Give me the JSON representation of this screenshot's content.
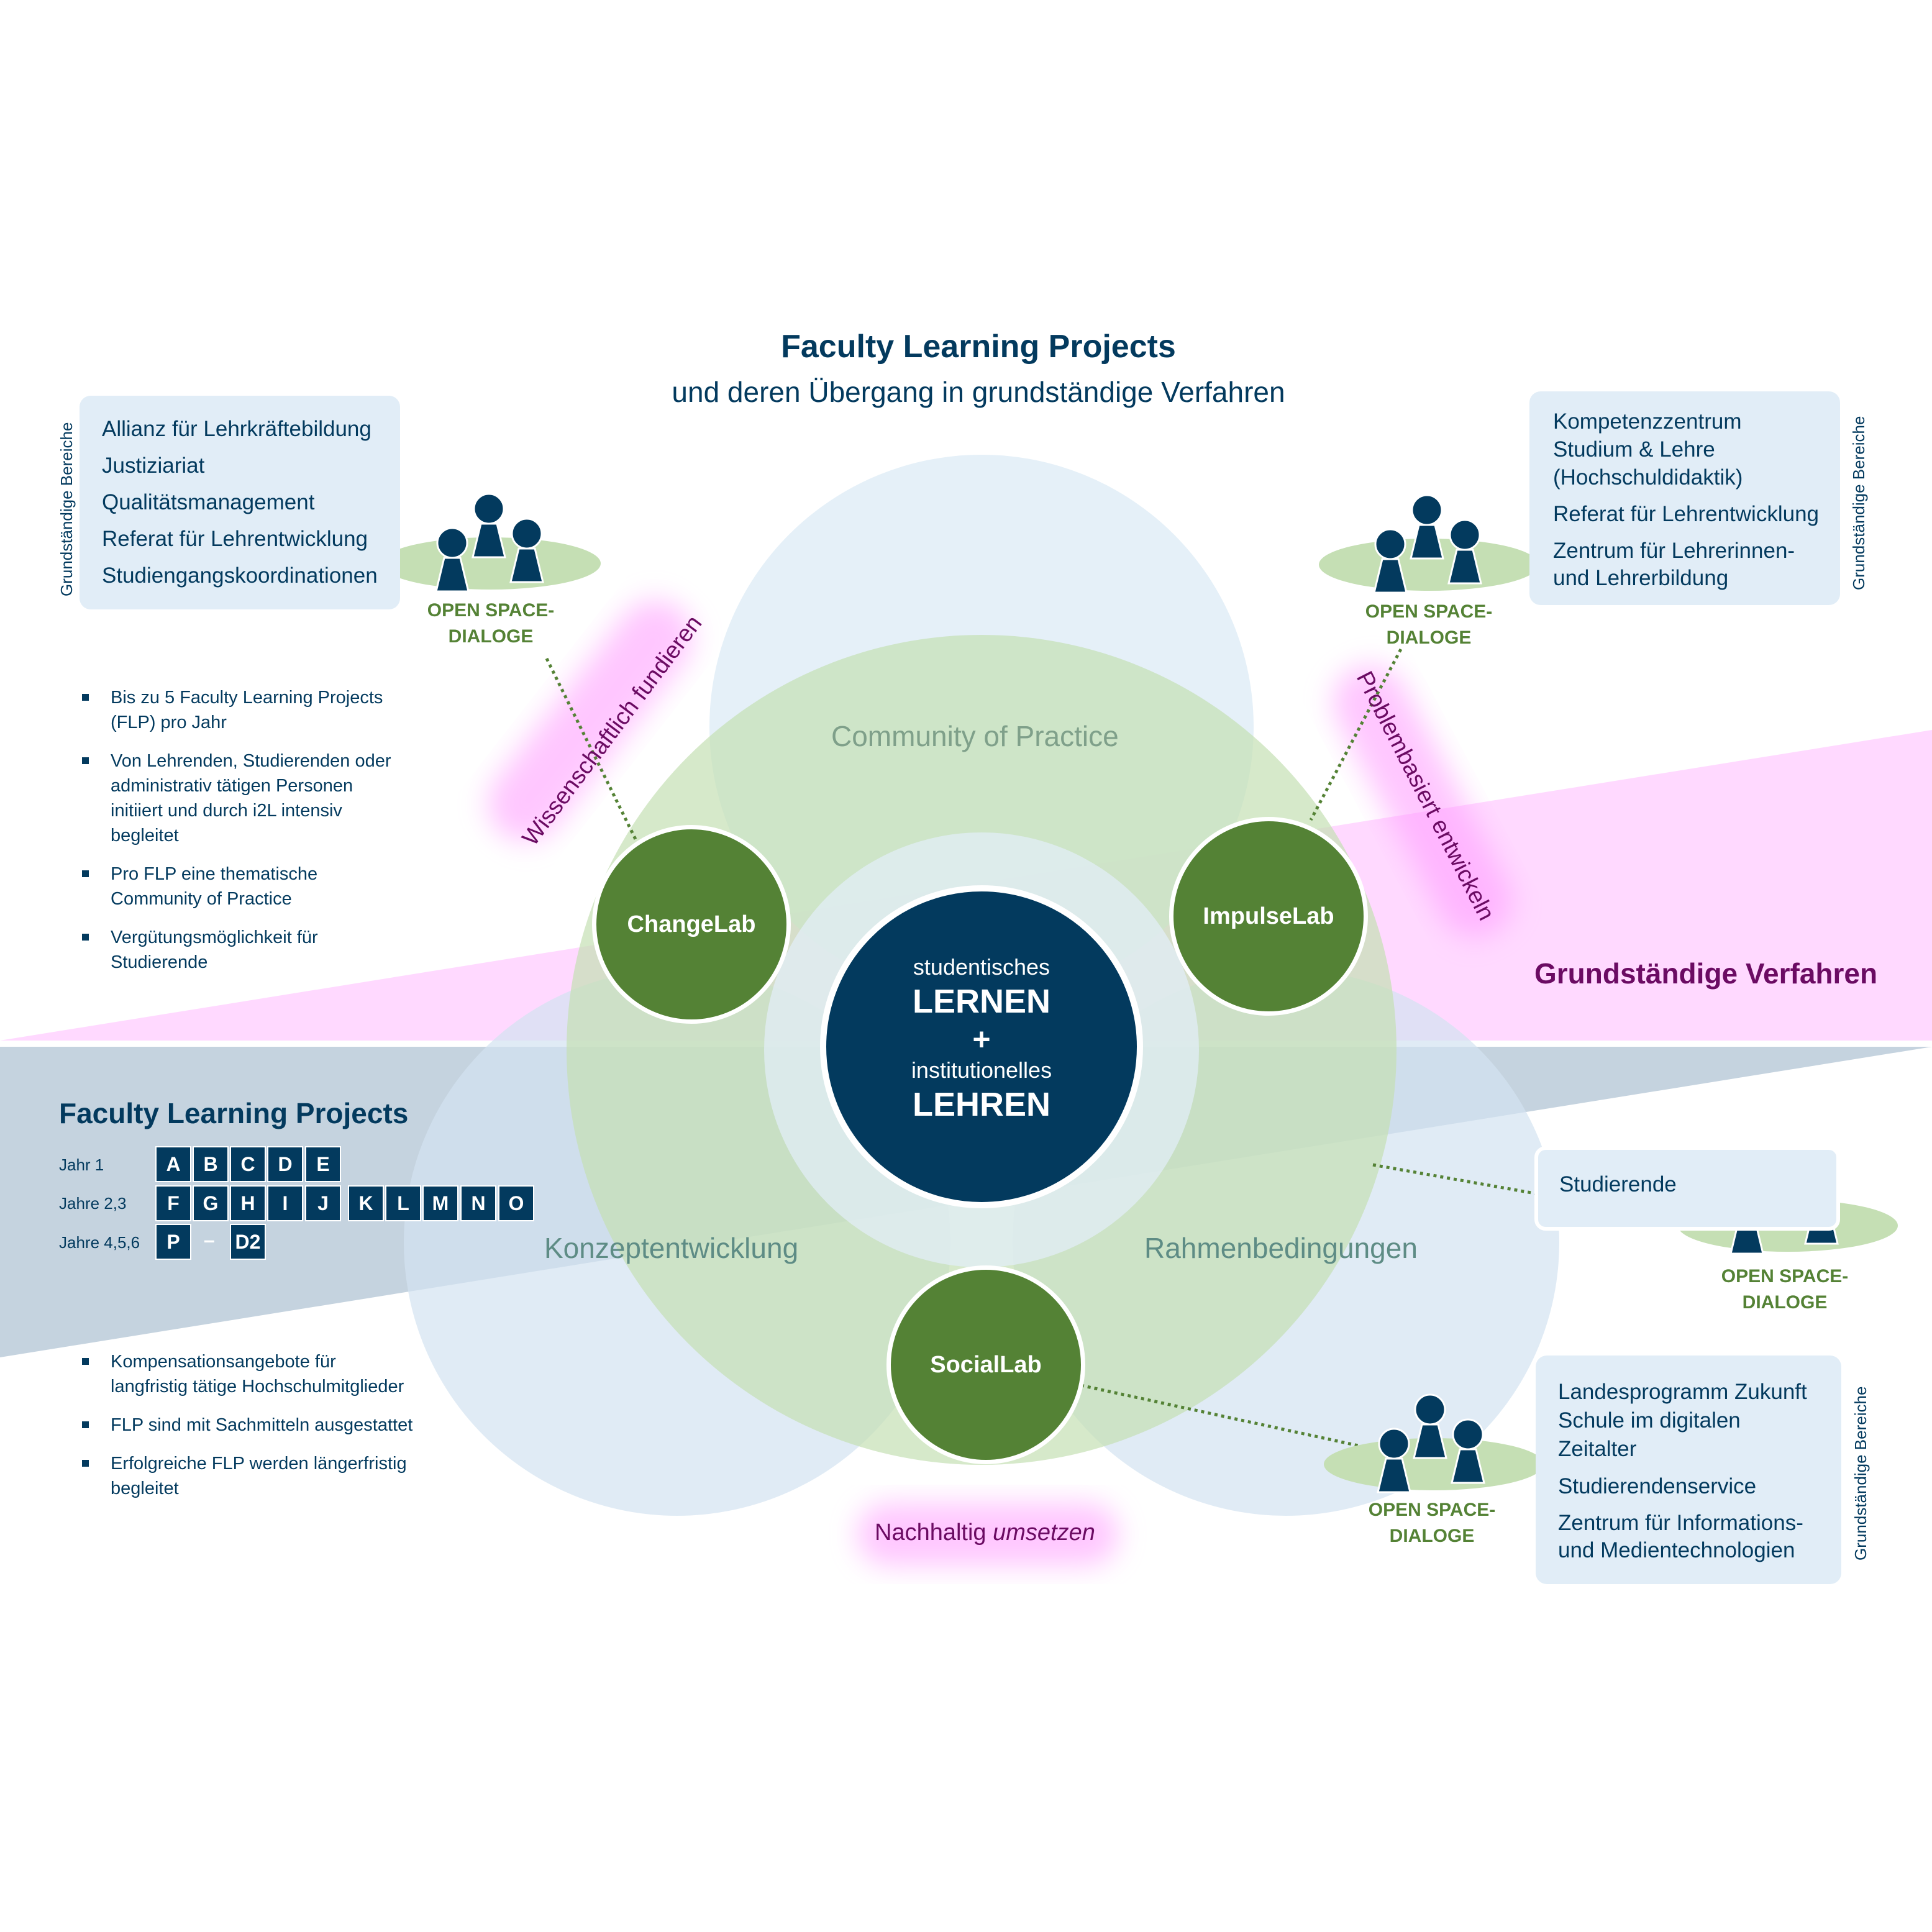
{
  "header": {
    "title": "Faculty Learning Projects",
    "subtitle": "und deren Übergang in grundständige Verfahren"
  },
  "colors": {
    "navy": "#033A5E",
    "green": "#548235",
    "light_green": "#C5DFB4",
    "light_blue": "#E1EDF7",
    "pink": "#FFD9FF",
    "purple": "#6B0B63",
    "gray_band": "#C5D3DF"
  },
  "side_label": "Grundständige Bereiche",
  "open_space_label": "OPEN SPACE-\nDIALOGE",
  "boxes": {
    "top_left": {
      "items": [
        "Allianz für Lehrkräftebildung",
        "Justiziariat",
        "Qualitätsmanagement",
        "Referat für Lehrentwicklung",
        "Studiengangskoordinationen"
      ]
    },
    "top_right": {
      "items": [
        "Kompetenzzentrum\nStudium & Lehre\n(Hochschuldidaktik)",
        "Referat für Lehrentwicklung",
        "Zentrum für Lehrerinnen-\nund Lehrerbildung"
      ]
    },
    "middle_right": {
      "items": [
        "Studierende"
      ]
    },
    "bottom_right": {
      "items": [
        "Landesprogramm Zukunft\nSchule im digitalen\nZeitalter",
        "Studierendenservice",
        "Zentrum für Informations-\nund Medientechnologien"
      ]
    }
  },
  "bullets_top": [
    "Bis zu 5 Faculty Learning Projects\n(FLP) pro Jahr",
    "Von Lehrenden, Studierenden oder\nadministrativ tätigen Personen\ninitiiert und durch i2L intensiv\nbegleitet",
    "Pro FLP eine thematische\nCommunity of Practice",
    "Vergütungsmöglichkeit für\nStudierende"
  ],
  "bullets_bottom": [
    "Kompensationsangebote für\nlangfristig tätige Hochschulmitglieder",
    "FLP sind mit Sachmitteln ausgestattet",
    "Erfolgreiche FLP werden längerfristig\nbegleitet"
  ],
  "flp_section": {
    "title": "Faculty Learning Projects",
    "rows": [
      {
        "label": "Jahr 1",
        "tiles": [
          "A",
          "B",
          "C",
          "D",
          "E"
        ]
      },
      {
        "label": "Jahre 2,3",
        "tiles": [
          "F",
          "G",
          "H",
          "I",
          "J",
          "K",
          "L",
          "M",
          "N",
          "O"
        ]
      },
      {
        "label": "Jahre 4,5,6",
        "tiles": [
          "P",
          "D2"
        ],
        "separator": "–"
      }
    ]
  },
  "diagram": {
    "zones": {
      "top": "Community of Practice",
      "left": "Konzeptentwicklung",
      "right": "Rahmenbedingungen"
    },
    "labs": {
      "left": "ChangeLab",
      "right": "ImpulseLab",
      "bottom": "SocialLab"
    },
    "core": {
      "line1": "studentisches",
      "line2": "LERNEN",
      "plus": "+",
      "line3": "institutionelles",
      "line4": "LEHREN"
    },
    "principles": {
      "left": "Wissenschaftlich fundieren",
      "right": "Problembasiert entwickeln",
      "bottom_regular": "Nachhaltig",
      "bottom_italic": "umsetzen"
    },
    "band_label": "Grundständige Verfahren"
  }
}
